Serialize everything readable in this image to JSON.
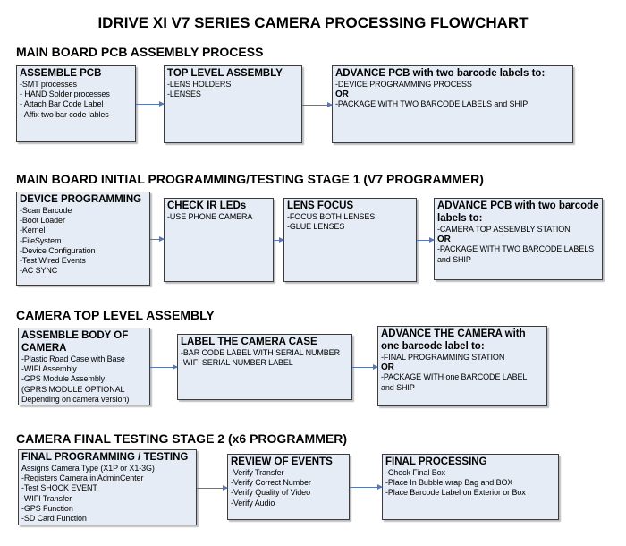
{
  "title": "IDRIVE XI V7 SERIES CAMERA PROCESSING FLOWCHART",
  "sections": [
    {
      "heading": "MAIN BOARD PCB ASSEMBLY PROCESS",
      "boxes": [
        {
          "title": "ASSEMBLE PCB",
          "lines": [
            " -SMT processes",
            "- HAND Solder processes",
            "- Attach Bar Code Label",
            "- Affix two bar code lables"
          ]
        },
        {
          "title": "TOP LEVEL ASSEMBLY",
          "lines": [
            "-LENS HOLDERS",
            "-LENSES"
          ]
        },
        {
          "title": "ADVANCE PCB with two barcode labels to:",
          "lines": [
            "-DEVICE PROGRAMMING PROCESS",
            "OR",
            "-PACKAGE WITH TWO BARCODE LABELS and SHIP"
          ]
        }
      ]
    },
    {
      "heading": "MAIN BOARD INITIAL PROGRAMMING/TESTING STAGE 1 (V7 PROGRAMMER)",
      "boxes": [
        {
          "title": "DEVICE PROGRAMMING",
          "lines": [
            "-Scan Barcode",
            "-Boot Loader",
            "-Kernel",
            "-FileSystem",
            "-Device Configuration",
            "-Test Wired Events",
            "-AC SYNC"
          ]
        },
        {
          "title": "CHECK IR LEDs",
          "lines": [
            "-USE PHONE CAMERA"
          ]
        },
        {
          "title": "LENS FOCUS",
          "lines": [
            "-FOCUS BOTH LENSES",
            "-GLUE LENSES"
          ]
        },
        {
          "title": "ADVANCE PCB with two barcode labels to:",
          "lines": [
            "-CAMERA TOP ASSEMBLY STATION",
            "OR",
            "-PACKAGE WITH TWO BARCODE LABELS",
            "and SHIP"
          ]
        }
      ]
    },
    {
      "heading": "CAMERA TOP LEVEL ASSEMBLY",
      "boxes": [
        {
          "title": "ASSEMBLE BODY OF CAMERA",
          "lines": [
            "-Plastic Road Case with Base",
            "-WIFI Assembly",
            "-GPS Module Assembly",
            "(GPRS MODULE OPTIONAL",
            "Depending on camera version)"
          ]
        },
        {
          "title": "LABEL THE CAMERA CASE",
          "lines": [
            "-BAR CODE LABEL WITH SERIAL NUMBER",
            "-WIFI SERIAL NUMBER LABEL"
          ]
        },
        {
          "title": "ADVANCE THE CAMERA with one barcode label to:",
          "lines": [
            "-FINAL PROGRAMMING STATION",
            " OR",
            "-PACKAGE WITH one BARCODE LABEL",
            "and SHIP"
          ]
        }
      ]
    },
    {
      "heading": "CAMERA FINAL TESTING STAGE 2 (x6 PROGRAMMER)",
      "boxes": [
        {
          "title": "FINAL PROGRAMMING / TESTING",
          "lines": [
            "Assigns Camera Type (X1P or X1-3G)",
            "-Registers Camera in AdminCenter",
            "-Test SHOCK EVENT",
            "-WIFI Transfer",
            "-GPS Function",
            "-SD Card Function"
          ]
        },
        {
          "title": "REVIEW OF EVENTS",
          "lines": [
            "-Verify Transfer",
            "-Verify Correct Number",
            "-Verify Quality of Video",
            "-Verify Audio"
          ]
        },
        {
          "title": "FINAL PROCESSING",
          "lines": [
            " -Check Final Box",
            "-Place In Bubble wrap Bag and BOX",
            "-Place Barcode Label on Exterior or Box"
          ]
        }
      ]
    }
  ],
  "colors": {
    "box_fill": "#e6ecf5",
    "box_border": "#3c3c3c",
    "connector": "#5a78ad"
  }
}
